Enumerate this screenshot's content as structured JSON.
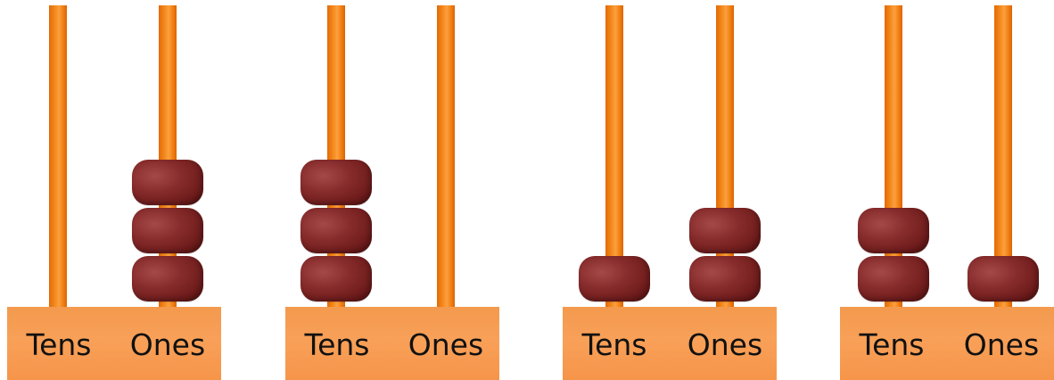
{
  "colors": {
    "rod": "#f48b1e",
    "bead": "#862b2b",
    "base": "#f8a058",
    "text": "#111111"
  },
  "place_labels": {
    "tens": "Tens",
    "ones": "Ones"
  },
  "abaci": [
    {
      "tens_beads": 0,
      "ones_beads": 3
    },
    {
      "tens_beads": 3,
      "ones_beads": 0
    },
    {
      "tens_beads": 1,
      "ones_beads": 2
    },
    {
      "tens_beads": 2,
      "ones_beads": 1
    }
  ]
}
